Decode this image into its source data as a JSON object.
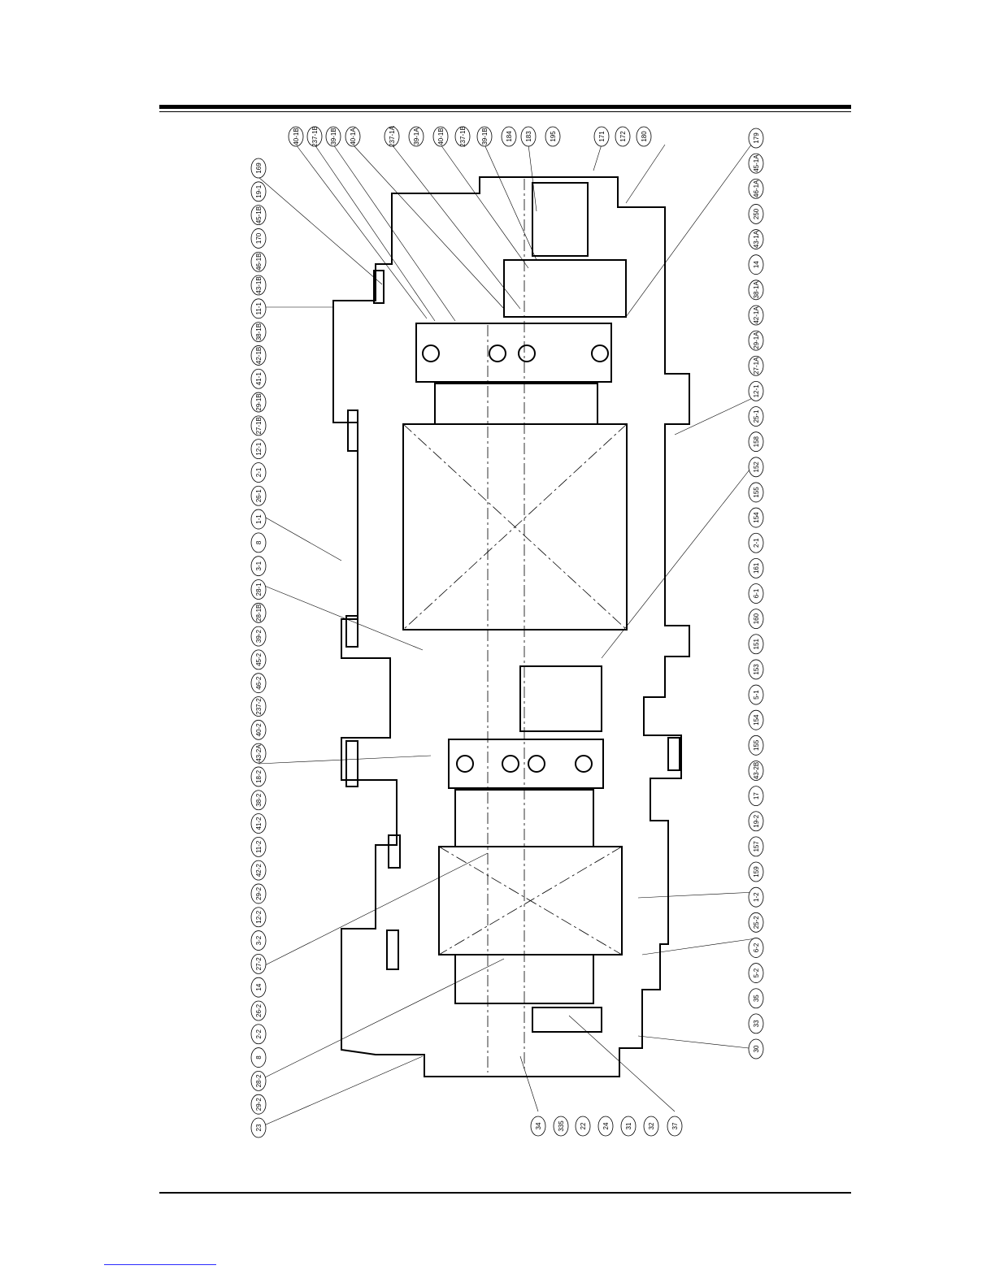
{
  "labels": {
    "top": [
      "40-1B",
      "237-1B",
      "39-1B",
      "40-1A",
      "237-1A",
      "39-1A",
      "40-1B",
      "237-1B",
      "39-1B",
      "184",
      "183",
      "195",
      "171",
      "172",
      "180"
    ],
    "left": [
      "169",
      "19-1",
      "45-1B",
      "170",
      "46-1B",
      "43-1B",
      "11-1",
      "38-1B",
      "42-1B",
      "41-1",
      "29-1B",
      "27-1B",
      "12-1",
      "2-1",
      "26-1",
      "1-1",
      "8",
      "3-1",
      "28-1",
      "28-1B",
      "39-2",
      "45-2",
      "46-2",
      "237-2",
      "40-2",
      "43-2A",
      "18-2",
      "38-2",
      "41-2",
      "11-2",
      "42-2",
      "29-2",
      "12-2",
      "3-2",
      "27-2",
      "14",
      "26-2",
      "2-2",
      "8",
      "28-2",
      "29-2",
      "23"
    ],
    "right": [
      "179",
      "45-1A",
      "46-1A",
      "250",
      "43-1A",
      "14",
      "38-1A",
      "42-1A",
      "29-1A",
      "27-1A",
      "12-1",
      "25-1",
      "158",
      "152",
      "155",
      "154",
      "2-1",
      "161",
      "6-1",
      "160",
      "151",
      "153",
      "5-1",
      "154",
      "155",
      "43-2B",
      "17",
      "19-2",
      "157",
      "159",
      "1-2",
      "25-2",
      "6-2",
      "5-2",
      "35",
      "33",
      "30"
    ],
    "bottom": [
      "34",
      "335",
      "22",
      "24",
      "31",
      "32",
      "37"
    ]
  },
  "colors": {
    "ink": "#000000",
    "link": "#2a2aff"
  }
}
